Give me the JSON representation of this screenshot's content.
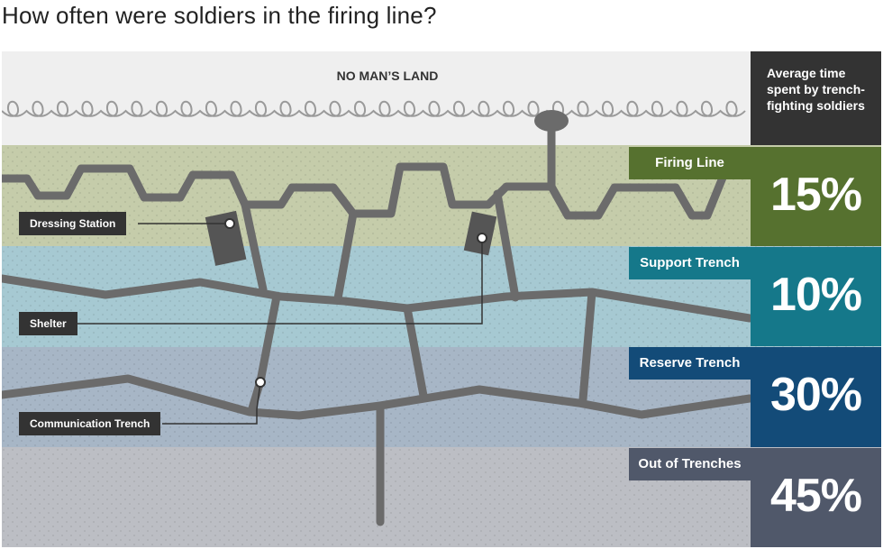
{
  "title": "How often were soldiers in the firing line?",
  "no_mans_land": "NO MAN’S LAND",
  "legend_heading": "Average time spent by trench-fighting soldiers",
  "zones": [
    {
      "label": "Firing Line",
      "percent": "15%",
      "color": "#56712f"
    },
    {
      "label": "Support Trench",
      "percent": "10%",
      "color": "#15788a"
    },
    {
      "label": "Reserve Trench",
      "percent": "30%",
      "color": "#134b78"
    },
    {
      "label": "Out of Trenches",
      "percent": "45%",
      "color": "#50586a"
    }
  ],
  "callouts": {
    "dressing_station": "Dressing Station",
    "shelter": "Shelter",
    "communication_trench": "Communication Trench"
  },
  "colors": {
    "no_mans_land_bg": "#efefef",
    "firing_bg": "#c5ccaa",
    "support_bg": "#a6c9d2",
    "reserve_bg": "#a7b6c6",
    "out_bg": "#bcbec4",
    "trench": "#6b6b6b",
    "wire": "#9a9a9a",
    "dark": "#333333"
  }
}
